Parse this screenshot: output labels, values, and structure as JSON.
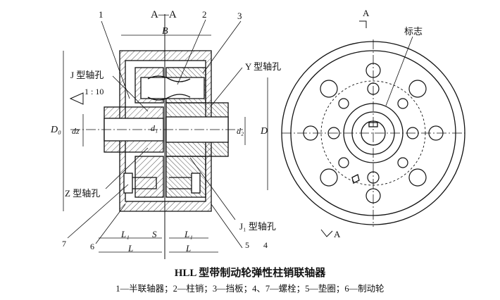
{
  "section_title": "A—A",
  "parts": {
    "p1": "1",
    "p2": "2",
    "p3": "3",
    "p4": "4",
    "p5": "5",
    "p6": "6",
    "p7": "7"
  },
  "bore_types": {
    "j": "J 型轴孔",
    "y": "Y 型轴孔",
    "z": "Z 型轴孔",
    "j1": "J₁ 型轴孔"
  },
  "taper": "1 : 10",
  "dims": {
    "B": "B",
    "D0": "D₀",
    "D": "D",
    "d1": "d₁",
    "d2": "d₂",
    "dz": "dz",
    "L1_left": "L₁",
    "L1_right": "L₁",
    "S": "S",
    "L_left": "L",
    "L_right": "L"
  },
  "end_view": {
    "mark": "标志",
    "a_top": "A",
    "a_bottom": "A"
  },
  "caption": {
    "title": "HLL 型带制动轮弹性柱销联轴器",
    "legend": "1—半联轴器；2—柱销；3—挡板；4、7—螺栓；5—垫圈；6—制动轮"
  }
}
